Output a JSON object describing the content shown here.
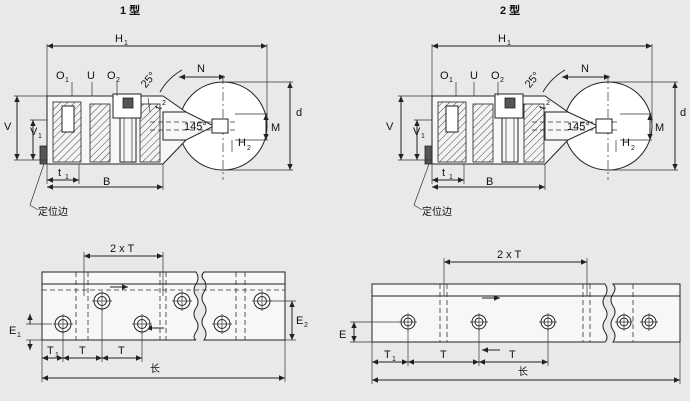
{
  "titles": {
    "type1": "1 型",
    "type2": "2 型"
  },
  "labels": {
    "H1": "H",
    "H1_sub": "1",
    "O1": "O",
    "O1_sub": "1",
    "U": "U",
    "O2": "O",
    "O2_sub": "2",
    "angle25": "25°",
    "N": "N",
    "d": "d",
    "V": "V",
    "V1": "V",
    "V1_sub": "1",
    "t2": "t",
    "t2_sub": "2",
    "angle145": "145°",
    "M": "M",
    "H2": "H",
    "H2_sub": "2",
    "t1": "t",
    "t1_sub": "1",
    "B": "B",
    "locating_edge": "定位边",
    "twoT": "2 x T",
    "E1": "E",
    "E1_sub": "1",
    "E2": "E",
    "E2_sub": "2",
    "E": "E",
    "T1": "T",
    "T1_sub": "1",
    "T": "T",
    "length": "长"
  }
}
